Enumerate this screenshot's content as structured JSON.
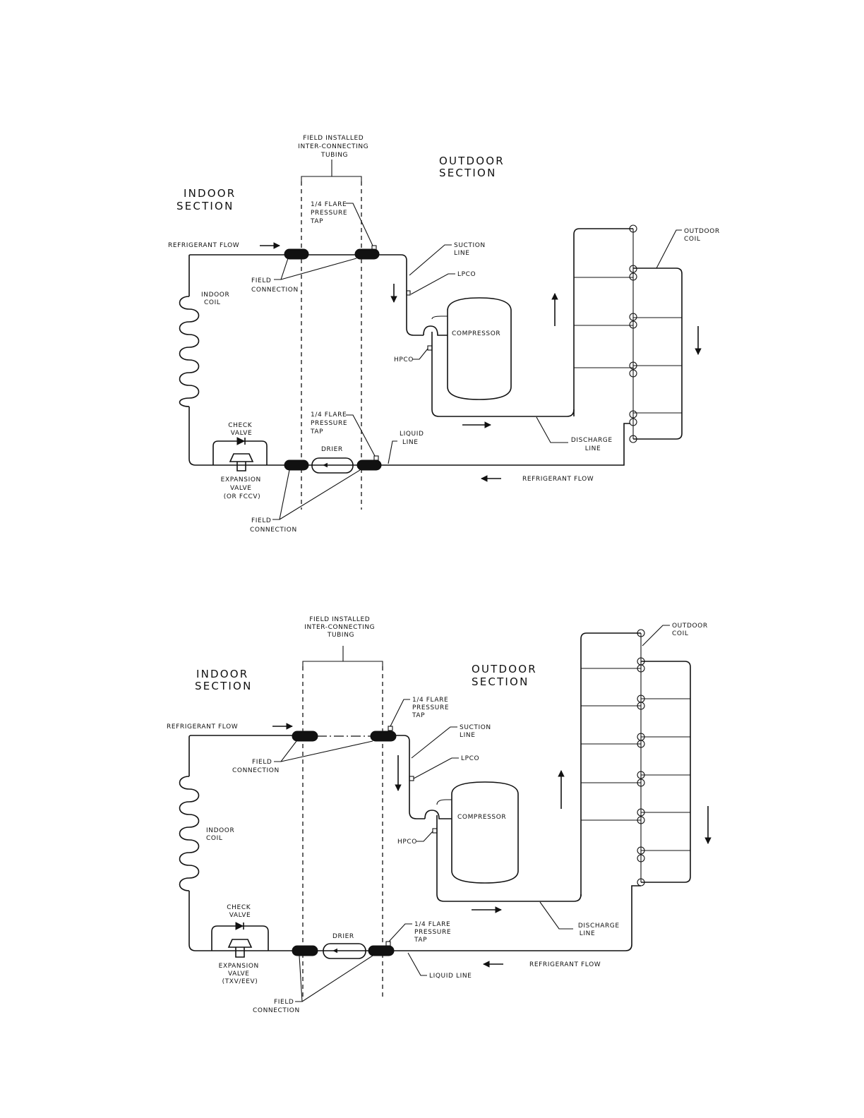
{
  "diagram1": {
    "field_installed": [
      "FIELD INSTALLED",
      "INTER-CONNECTING",
      "TUBING"
    ],
    "outdoor_section": [
      "OUTDOOR",
      "SECTION"
    ],
    "indoor_section": [
      "INDOOR",
      "SECTION"
    ],
    "flare_tap_top": [
      "1/4 FLARE",
      "PRESSURE",
      "TAP"
    ],
    "refrigerant_flow_top": "REFRIGERANT FLOW",
    "suction_line": [
      "SUCTION",
      "LINE"
    ],
    "lpco": "LPCO",
    "outdoor_coil": [
      "OUTDOOR",
      "COIL"
    ],
    "field_connection_top": [
      "FIELD",
      "CONNECTION"
    ],
    "indoor_coil": [
      "INDOOR",
      "COIL"
    ],
    "compressor": "COMPRESSOR",
    "hpco": "HPCO",
    "check_valve": [
      "CHECK",
      "VALVE"
    ],
    "flare_tap_bottom": [
      "1/4 FLARE",
      "PRESSURE",
      "TAP"
    ],
    "drier": "DRIER",
    "liquid_line": [
      "LIQUID",
      "LINE"
    ],
    "discharge_line": [
      "DISCHARGE",
      "LINE"
    ],
    "expansion_valve": [
      "EXPANSION",
      "VALVE",
      "(OR FCCV)"
    ],
    "refrigerant_flow_bottom": "REFRIGERANT FLOW",
    "field_connection_bottom": [
      "FIELD",
      "CONNECTION"
    ]
  },
  "diagram2": {
    "field_installed": [
      "FIELD INSTALLED",
      "INTER-CONNECTING",
      "TUBING"
    ],
    "outdoor_coil": [
      "OUTDOOR",
      "COIL"
    ],
    "indoor_section": [
      "INDOOR",
      "SECTION"
    ],
    "outdoor_section": [
      "OUTDOOR",
      "SECTION"
    ],
    "flare_tap_top": [
      "1/4 FLARE",
      "PRESSURE",
      "TAP"
    ],
    "refrigerant_flow_top": "REFRIGERANT FLOW",
    "suction_line": [
      "SUCTION",
      "LINE"
    ],
    "field_connection_top": [
      "FIELD",
      "CONNECTION"
    ],
    "lpco": "LPCO",
    "compressor": "COMPRESSOR",
    "indoor_coil": [
      "INDOOR",
      "COIL"
    ],
    "hpco": "HPCO",
    "check_valve": [
      "CHECK",
      "VALVE"
    ],
    "discharge_line": [
      "DISCHARGE",
      "LINE"
    ],
    "flare_tap_bottom": [
      "1/4 FLARE",
      "PRESSURE",
      "TAP"
    ],
    "drier": "DRIER",
    "expansion_valve": [
      "EXPANSION",
      "VALVE",
      "(TXV/EEV)"
    ],
    "refrigerant_flow_bottom": "REFRIGERANT FLOW",
    "liquid_line": "LIQUID LINE",
    "field_connection_bottom": [
      "FIELD",
      "CONNECTION"
    ]
  }
}
